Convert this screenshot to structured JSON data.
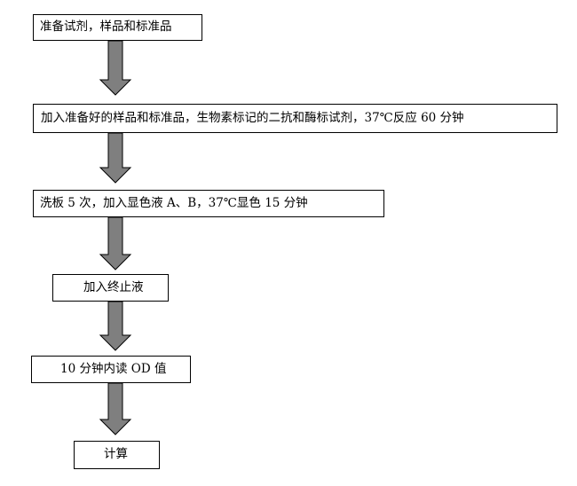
{
  "steps": [
    {
      "label": "准备试剂，样品和标准品"
    },
    {
      "label": "加入准备好的样品和标准品，生物素标记的二抗和酶标试剂，37℃反应 60 分钟"
    },
    {
      "label": "洗板 5 次，加入显色液 A、B，37℃显色 15 分钟"
    },
    {
      "label": "加入终止液"
    },
    {
      "label": "10 分钟内读 OD 值"
    },
    {
      "label": "计算"
    }
  ],
  "colors": {
    "arrow_fill": "#7f7f7f",
    "arrow_stroke": "#000000",
    "box_border": "#000000",
    "background": "#ffffff"
  }
}
